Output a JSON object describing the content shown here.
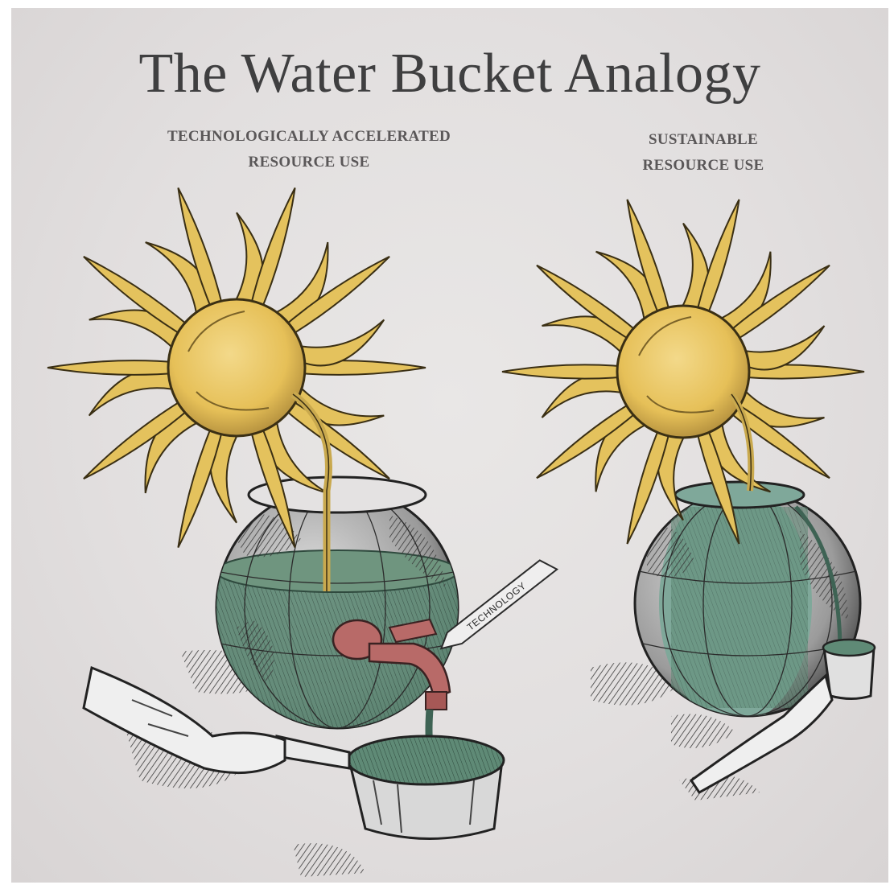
{
  "title": "The Water Bucket Analogy",
  "left_panel": {
    "caption_line1": "TECHNOLOGICALLY ACCELERATED",
    "caption_line2": "RESOURCE USE",
    "tap_label": "TECHNOLOGY"
  },
  "right_panel": {
    "caption_line1": "SUSTAINABLE",
    "caption_line2": "RESOURCE USE"
  },
  "colors": {
    "background": "#e2dfdf",
    "sun": "#e8c45a",
    "water": "#5f8a76",
    "tap": "#b86a68",
    "ink": "#2b2b2b"
  }
}
